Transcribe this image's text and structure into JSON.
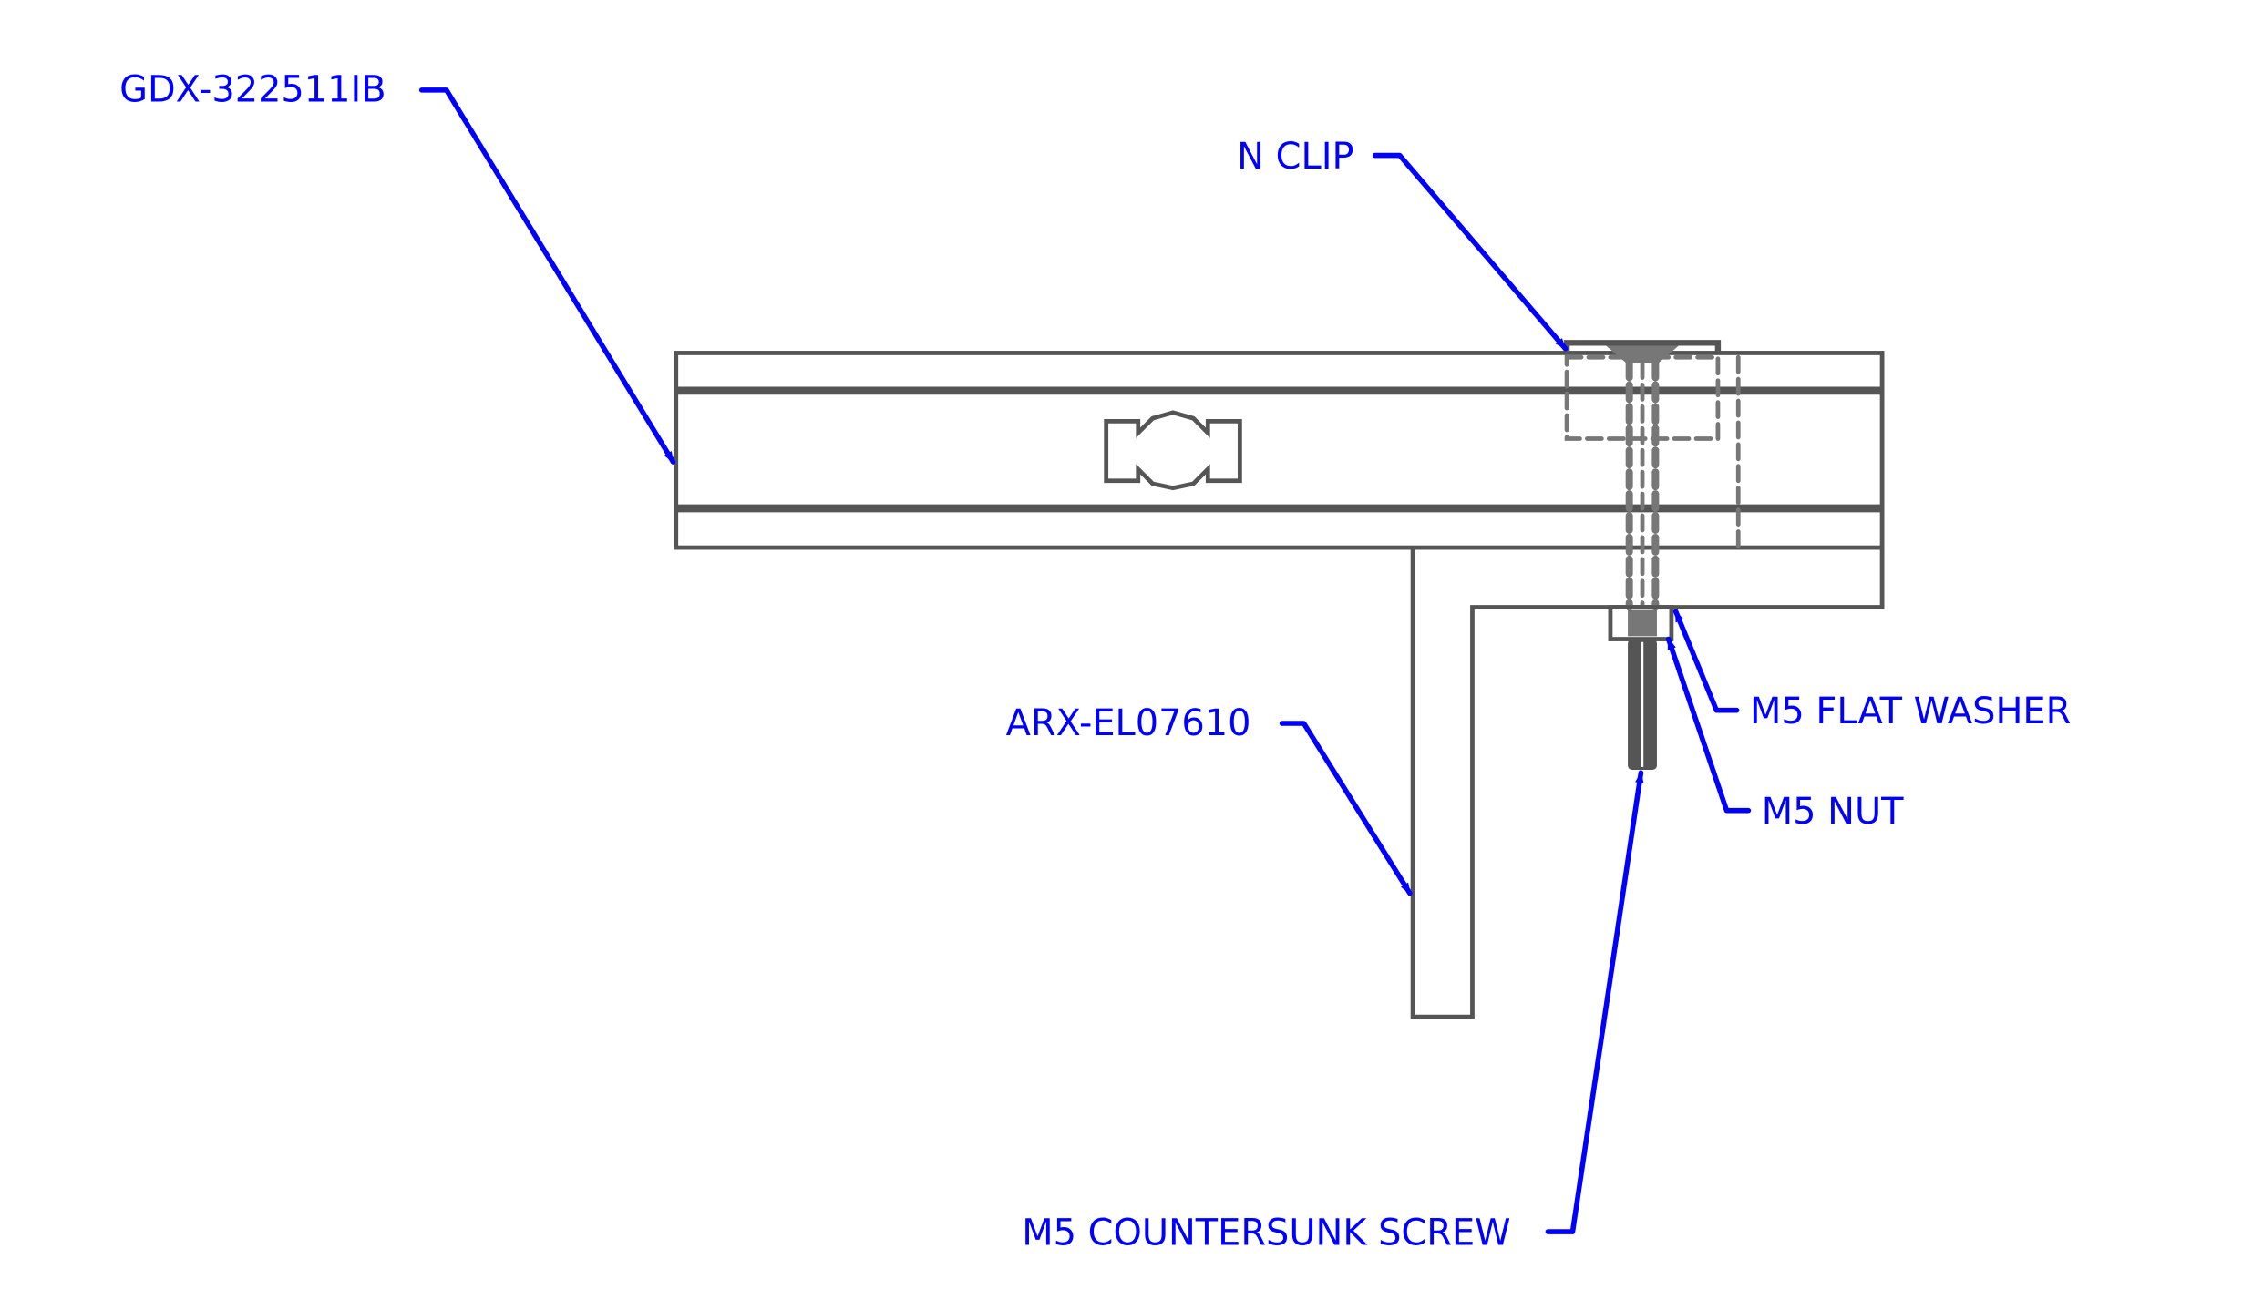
{
  "labels": {
    "rail": "GDX-322511IB",
    "clip": "N CLIP",
    "bracket": "ARX-EL07610",
    "washer": "M5 FLAT WASHER",
    "nut": "M5 NUT",
    "screw": "M5 COUNTERSUNK SCREW"
  },
  "colors": {
    "leader": "#0000ff",
    "part": "#555555"
  }
}
